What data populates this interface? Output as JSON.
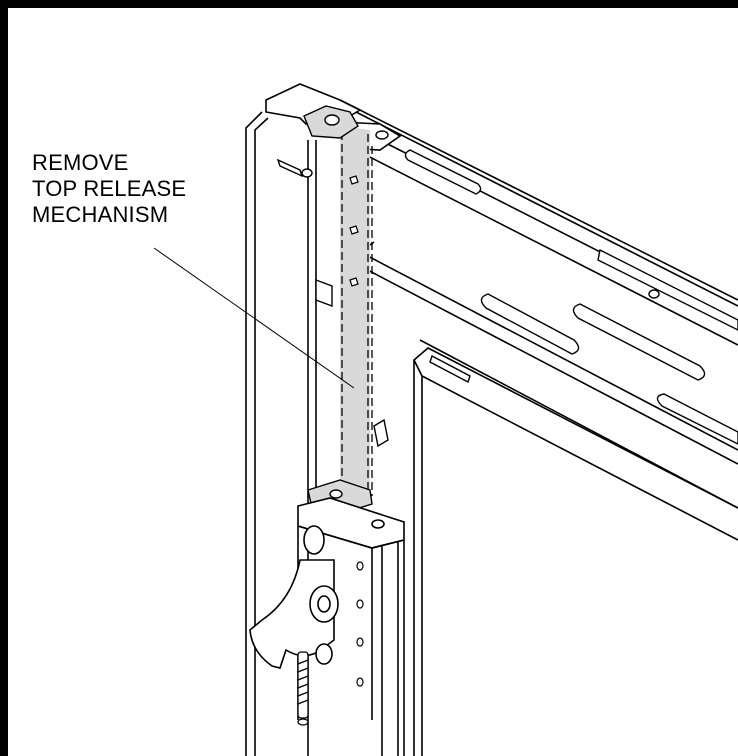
{
  "callout": {
    "lines": [
      "REMOVE",
      "TOP RELEASE",
      "MECHANISM"
    ]
  },
  "colors": {
    "line": "#000000",
    "highlight": "#d9d9d9",
    "background": "#ffffff"
  }
}
